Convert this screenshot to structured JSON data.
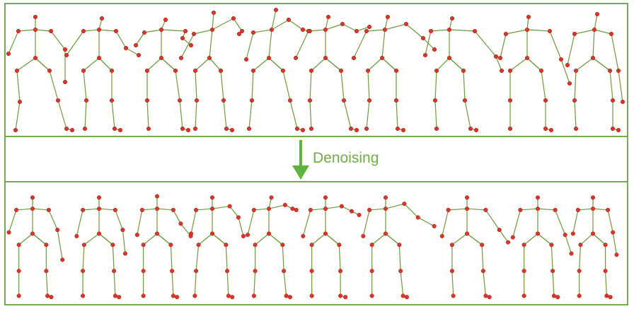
{
  "label": "Denoising",
  "colors": {
    "frame": "#70ad47",
    "bone": "#6a9a3a",
    "joint": "#d9362a",
    "jointEdge": "#a01e15",
    "arrow": "#5fb33c"
  },
  "rows": {
    "top": {
      "count": 10
    },
    "bottom": {
      "count": 10
    }
  }
}
